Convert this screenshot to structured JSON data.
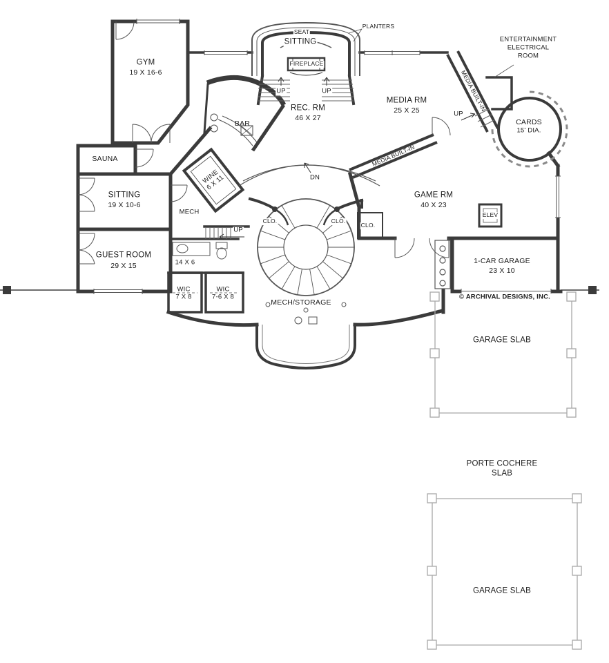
{
  "plan": {
    "copyright": "© ARCHIVAL DESIGNS, INC.",
    "rooms": {
      "gym": {
        "name": "GYM",
        "dims": "19 X 16-6"
      },
      "sauna": {
        "name": "SAUNA"
      },
      "sitting_upper": {
        "name": "SITTING"
      },
      "sitting_left": {
        "name": "SITTING",
        "dims": "19 X 10-6"
      },
      "guest_room": {
        "name": "GUEST ROOM",
        "dims": "29 X 15"
      },
      "rec_room": {
        "name": "REC. RM",
        "dims": "46 X 27"
      },
      "media_room": {
        "name": "MEDIA RM",
        "dims": "25 X 25"
      },
      "bar": {
        "name": "BAR"
      },
      "wine": {
        "name": "WINE",
        "dims": "6 X 11"
      },
      "mech": {
        "name": "MECH"
      },
      "cards": {
        "name": "CARDS",
        "dims": "15' DIA."
      },
      "game_room": {
        "name": "GAME RM",
        "dims": "40 X 23"
      },
      "elevator": {
        "name": "ELEV"
      },
      "entertainment_room": {
        "line1": "ENTERTAINMENT",
        "line2": "ELECTRICAL",
        "line3": "ROOM"
      },
      "hall": {
        "dims": "14 X 6"
      },
      "wic_left": {
        "name": "WIC",
        "dims": "7 X 8"
      },
      "wic_right": {
        "name": "WIC",
        "dims": "7-6 X 8"
      },
      "mech_storage": {
        "name": "MECH/STORAGE"
      },
      "one_car_garage": {
        "name": "1-CAR GARAGE",
        "dims": "23 X 10"
      },
      "garage_slab_upper": {
        "name": "GARAGE SLAB"
      },
      "porte_cochere": {
        "line1": "PORTE COCHERE",
        "line2": "SLAB"
      },
      "garage_slab_lower": {
        "name": "GARAGE SLAB"
      }
    },
    "features": {
      "planters": "PLANTERS",
      "seat": "SEAT",
      "fireplace": "FIREPLACE",
      "media_built_in": "MEDIA BUILT-IN",
      "closet": "CLO.",
      "up": "UP",
      "down": "DN"
    }
  }
}
